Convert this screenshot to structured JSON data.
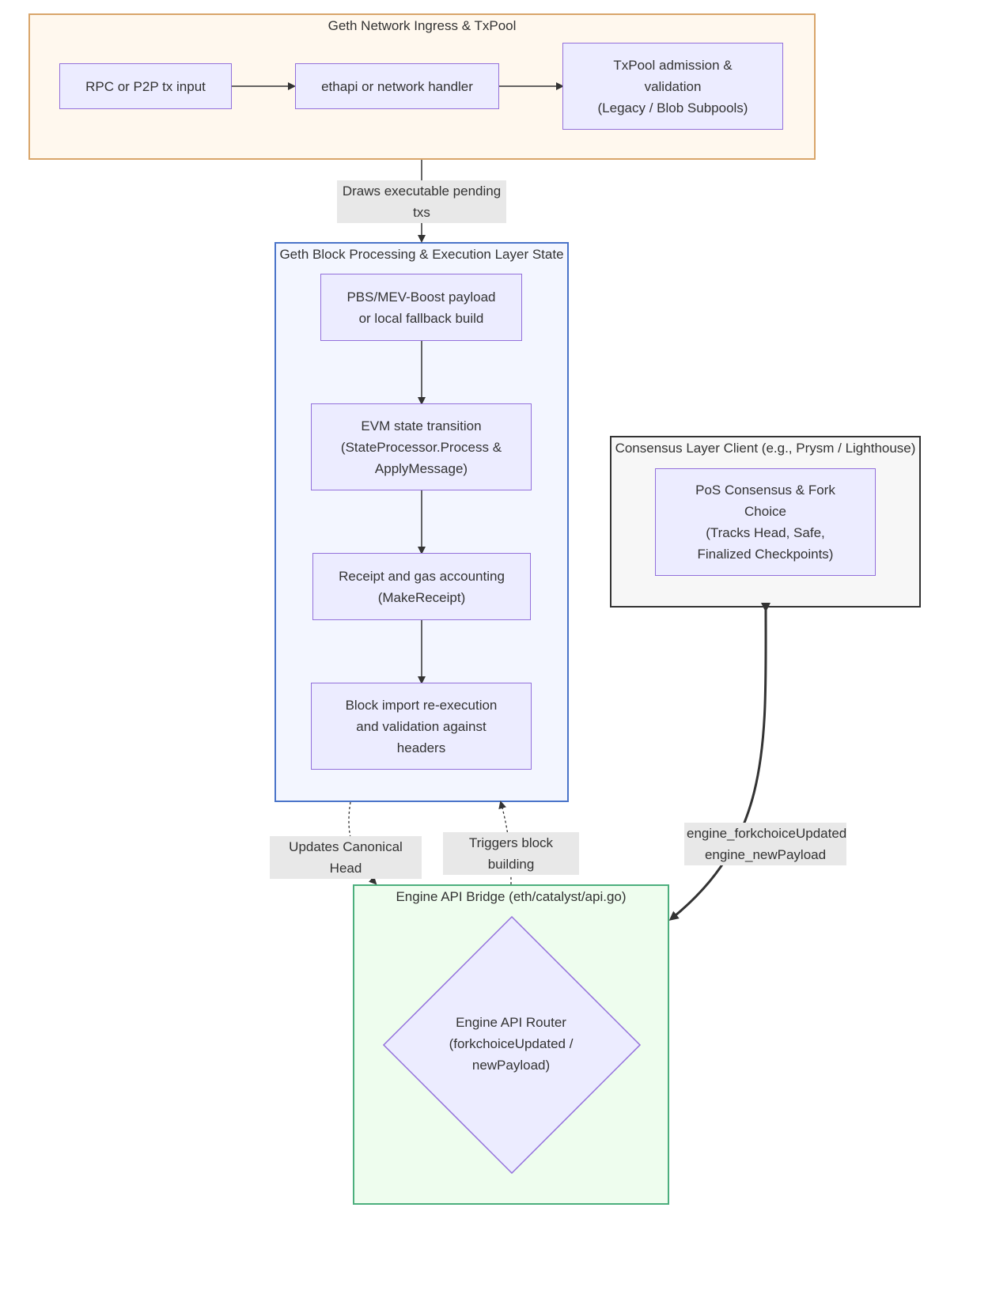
{
  "groups": {
    "ingress": {
      "title": "Geth Network Ingress & TxPool",
      "fill": "#FFF8EE",
      "border": "#D9A56A"
    },
    "processing": {
      "title": "Geth Block Processing & Execution Layer State",
      "fill": "#F3F6FF",
      "border": "#4A74C9"
    },
    "consensus": {
      "title": "Consensus Layer Client (e.g., Prysm / Lighthouse)",
      "fill": "#F7F7F7",
      "border": "#333333"
    },
    "engine": {
      "title": "Engine API Bridge (eth/catalyst/api.go)",
      "fill": "#EEFDEE",
      "border": "#4CAF7D"
    }
  },
  "nodes": {
    "rpc_input": "RPC or P2P tx input",
    "ethapi_handler": "ethapi or network handler",
    "txpool_admission": "TxPool admission &\nvalidation\n(Legacy / Blob Subpools)",
    "payload_build": "PBS/MEV-Boost payload\nor local fallback build",
    "evm_transition": "EVM state transition\n(StateProcessor.Process &\nApplyMessage)",
    "receipt_accounting": "Receipt and gas accounting\n(MakeReceipt)",
    "block_import": "Block import re-execution\nand validation against\nheaders",
    "pos_consensus": "PoS Consensus & Fork\nChoice\n(Tracks Head, Safe,\nFinalized Checkpoints)",
    "engine_router": "Engine API Router\n(forkchoiceUpdated /\nnewPayload)"
  },
  "edge_labels": {
    "draws_pending": "Draws executable pending\ntxs",
    "updates_head": "Updates Canonical Head",
    "triggers_building": "Triggers block building",
    "engine_calls": "engine_forkchoiceUpdated\nengine_newPayload"
  },
  "colors": {
    "node_fill": "#ECECFF",
    "node_border": "#9370DB",
    "edge": "#333333",
    "label_bg": "#e8e8e8"
  }
}
